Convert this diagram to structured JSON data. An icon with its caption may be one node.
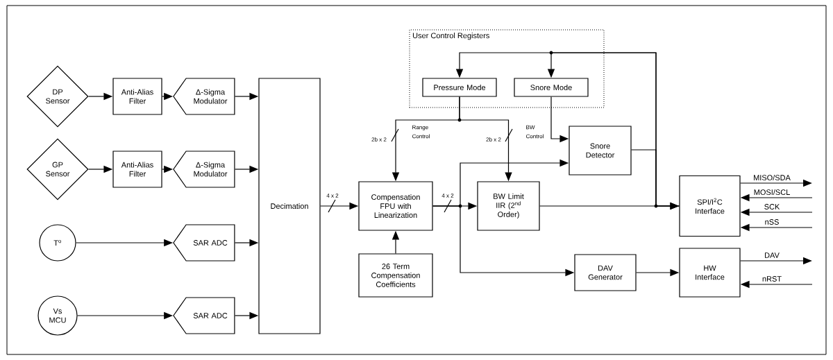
{
  "diagram": {
    "nodes": [
      {
        "text": [
          "User Control Registers"
        ]
      },
      {
        "text": [
          "DP Sensor"
        ]
      },
      {
        "text": [
          "Anti-Alias Filter"
        ]
      },
      {
        "text": [
          "Δ-Sigma Modulator"
        ]
      },
      {
        "text": [
          "GP Sensor"
        ]
      },
      {
        "text": [
          "Anti-Alias Filter"
        ]
      },
      {
        "text": [
          "Δ-Sigma Modulator"
        ]
      },
      {
        "text": [
          "T$^{o}$"
        ]
      },
      {
        "text": [
          "SAR ADC"
        ]
      },
      {
        "text": [
          "Vs MCU"
        ]
      },
      {
        "text": [
          "SAR ADC"
        ]
      },
      {
        "text": [
          "Decimation"
        ]
      },
      {
        "text": [
          "Compensation FPU with Linearization"
        ]
      },
      {
        "text": [
          "26 Term Compensation Coefficients"
        ]
      },
      {
        "text": [
          "BW Limit IIR (2$^{nd}$ Order)"
        ]
      },
      {
        "text": [
          "Pressure Mode"
        ],
        "in": 0
      },
      {
        "text": [
          "Snore Mode"
        ],
        "in": 0
      },
      {
        "text": [
          "Snore Detector"
        ]
      },
      {
        "text": [
          "SPI/I$^{2}$C Interface"
        ]
      },
      {
        "text": [
          "DAV Generator"
        ]
      },
      {
        "text": [
          "HW Interface"
        ]
      }
    ],
    "edges": [
      {
        "from": 1,
        "to": 2,
        "arrow": "to"
      },
      {
        "from": 2,
        "to": 3,
        "arrow": "to"
      },
      {
        "from": 3,
        "to": 11,
        "arrow": "to"
      },
      {
        "from": 4,
        "to": 5,
        "arrow": "to"
      },
      {
        "from": 5,
        "to": 6,
        "arrow": "to"
      },
      {
        "from": 6,
        "to": 11,
        "arrow": "to"
      },
      {
        "from": 7,
        "to": 8,
        "arrow": "to"
      },
      {
        "from": 8,
        "to": 11,
        "arrow": "to"
      },
      {
        "from": 9,
        "to": 10,
        "arrow": "to"
      },
      {
        "from": 10,
        "to": 11,
        "arrow": "to"
      },
      {
        "from": 11,
        "to": 12,
        "arrow": "to"
      },
      {
        "from": 13,
        "to": 12,
        "arrow": "to"
      },
      {
        "from": 15,
        "to": 12,
        "arrow": "to",
        "label": "Range Control"
      },
      {
        "from": 15,
        "to": 14,
        "arrow": "to",
        "label": "BW Control"
      },
      {
        "from": 12,
        "to": 14,
        "arrow": "to"
      },
      {
        "from": 12,
        "to": 17,
        "arrow": "to"
      },
      {
        "from": 12,
        "to": 19,
        "arrow": "to"
      },
      {
        "from": 16,
        "to": 17,
        "arrow": "to"
      },
      {
        "from": 17,
        "to": 18,
        "arrow": "to"
      },
      {
        "from": 14,
        "to": 18,
        "arrow": "to"
      },
      {
        "from": 18,
        "to": 15,
        "arrow": "to"
      },
      {
        "from": 18,
        "to": 16,
        "arrow": "to"
      },
      {
        "from": 19,
        "to": 20,
        "arrow": "to"
      },
      {
        "from": 18,
        "to": null,
        "arrow": "to",
        "label": "MISO/SDA"
      },
      {
        "from": null,
        "to": 18,
        "arrow": "to",
        "label": "MOSI/SCL"
      },
      {
        "from": null,
        "to": 18,
        "arrow": "to",
        "label": "SCK"
      },
      {
        "from": null,
        "to": 18,
        "arrow": "to",
        "label": "nSS"
      },
      {
        "from": 20,
        "to": null,
        "arrow": "to",
        "label": "DAV"
      },
      {
        "from": null,
        "to": 20,
        "arrow": "to",
        "label": "nRST"
      }
    ],
    "labels": [
      "4 x 2",
      "2b x 2",
      "2b x 2",
      "4 x 2"
    ]
  }
}
